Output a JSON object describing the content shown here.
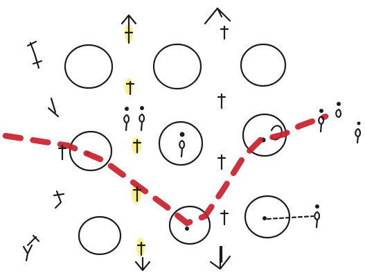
{
  "colors": {
    "ink": "#1b1b1b",
    "route": "#c9212b",
    "highlight": "#f4ef77",
    "paper": "#ffffff"
  },
  "icons": [
    "circle-outline",
    "arrow-glyph",
    "pin-glyph",
    "fork-arrow-glyph"
  ]
}
